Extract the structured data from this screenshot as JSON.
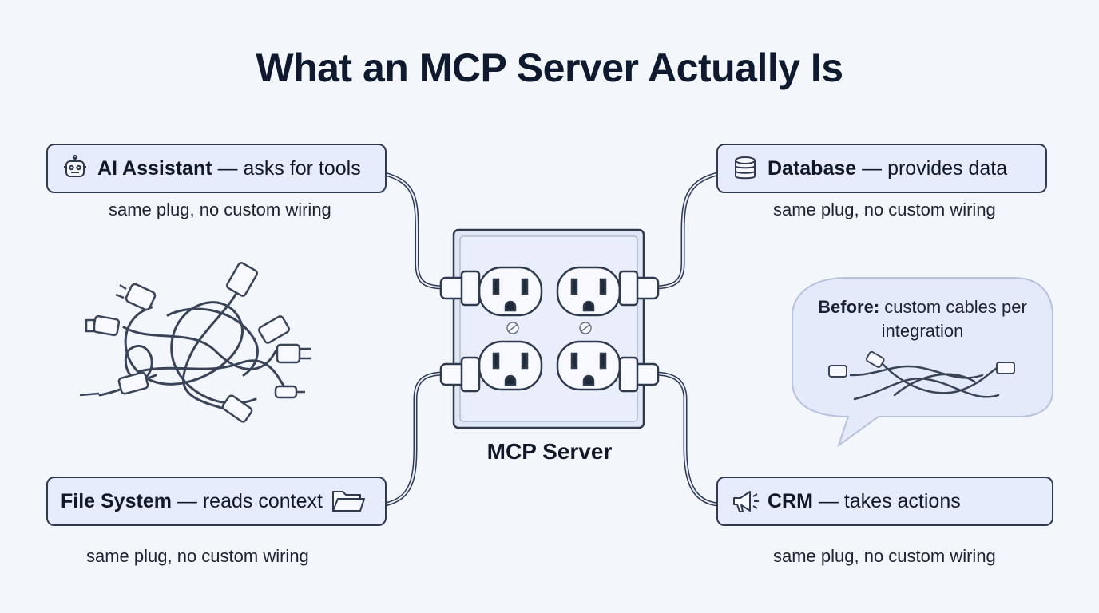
{
  "title": "What an MCP Server Actually Is",
  "center": {
    "label": "MCP Server"
  },
  "nodes": {
    "ai_assistant": {
      "name": "AI Assistant",
      "desc": " — asks for tools",
      "caption": "same plug, no custom wiring",
      "icon": "robot-icon"
    },
    "database": {
      "name": "Database",
      "desc": " — provides data",
      "caption": "same plug, no custom wiring",
      "icon": "database-icon"
    },
    "file_system": {
      "name": "File System",
      "desc": " — reads context",
      "caption": "same plug, no custom wiring",
      "icon": "folder-icon"
    },
    "crm": {
      "name": "CRM",
      "desc": " — takes actions",
      "caption": "same plug, no custom wiring",
      "icon": "megaphone-icon"
    }
  },
  "before_bubble": {
    "label": "Before:",
    "text": " custom cables per integration"
  },
  "colors": {
    "background": "#f3f6fb",
    "node_fill": "#e6ecfb",
    "stroke": "#2f3a4f",
    "outlet_plate": "#dfe6f5"
  }
}
